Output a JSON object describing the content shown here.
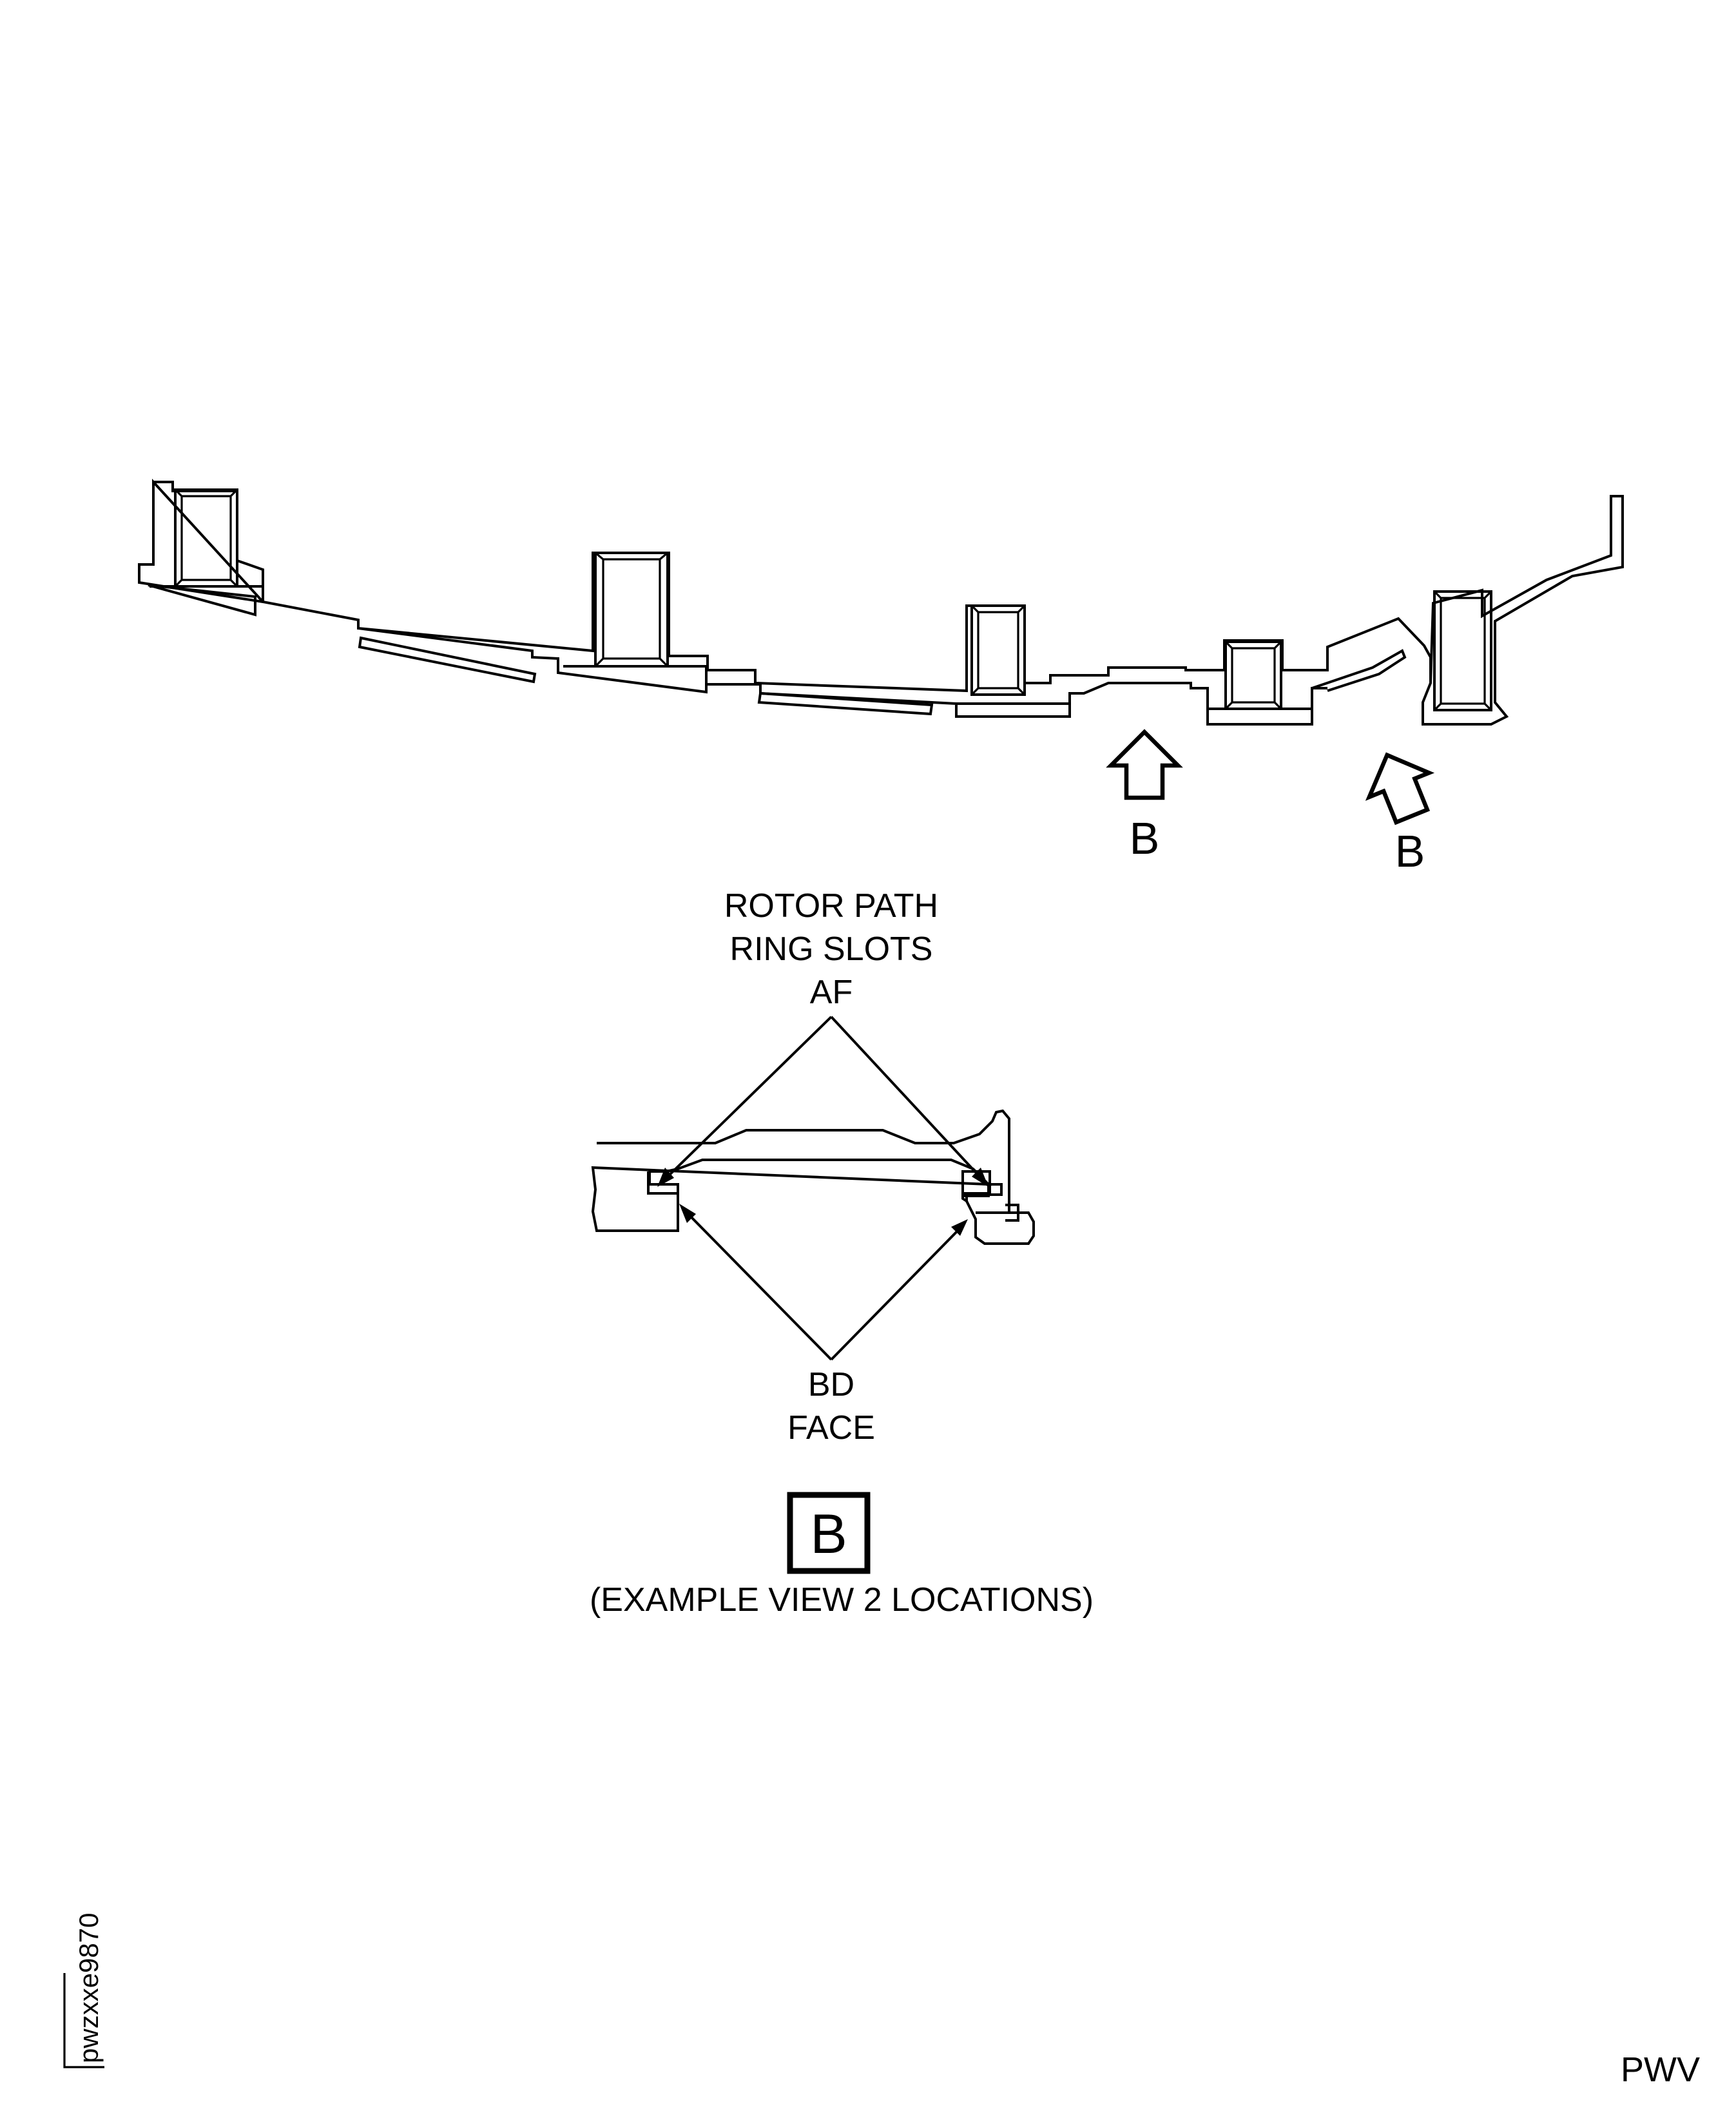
{
  "view_arrows": [
    {
      "letter": "B"
    },
    {
      "letter": "B"
    }
  ],
  "callouts": {
    "top": [
      "ROTOR PATH",
      "RING SLOTS",
      "AF"
    ],
    "bottom": [
      "BD",
      "FACE"
    ]
  },
  "view_label": {
    "letter": "B",
    "caption": "(EXAMPLE VIEW 2 LOCATIONS)"
  },
  "figure_id": "pwzxxe9870",
  "source_tag": "PWV"
}
